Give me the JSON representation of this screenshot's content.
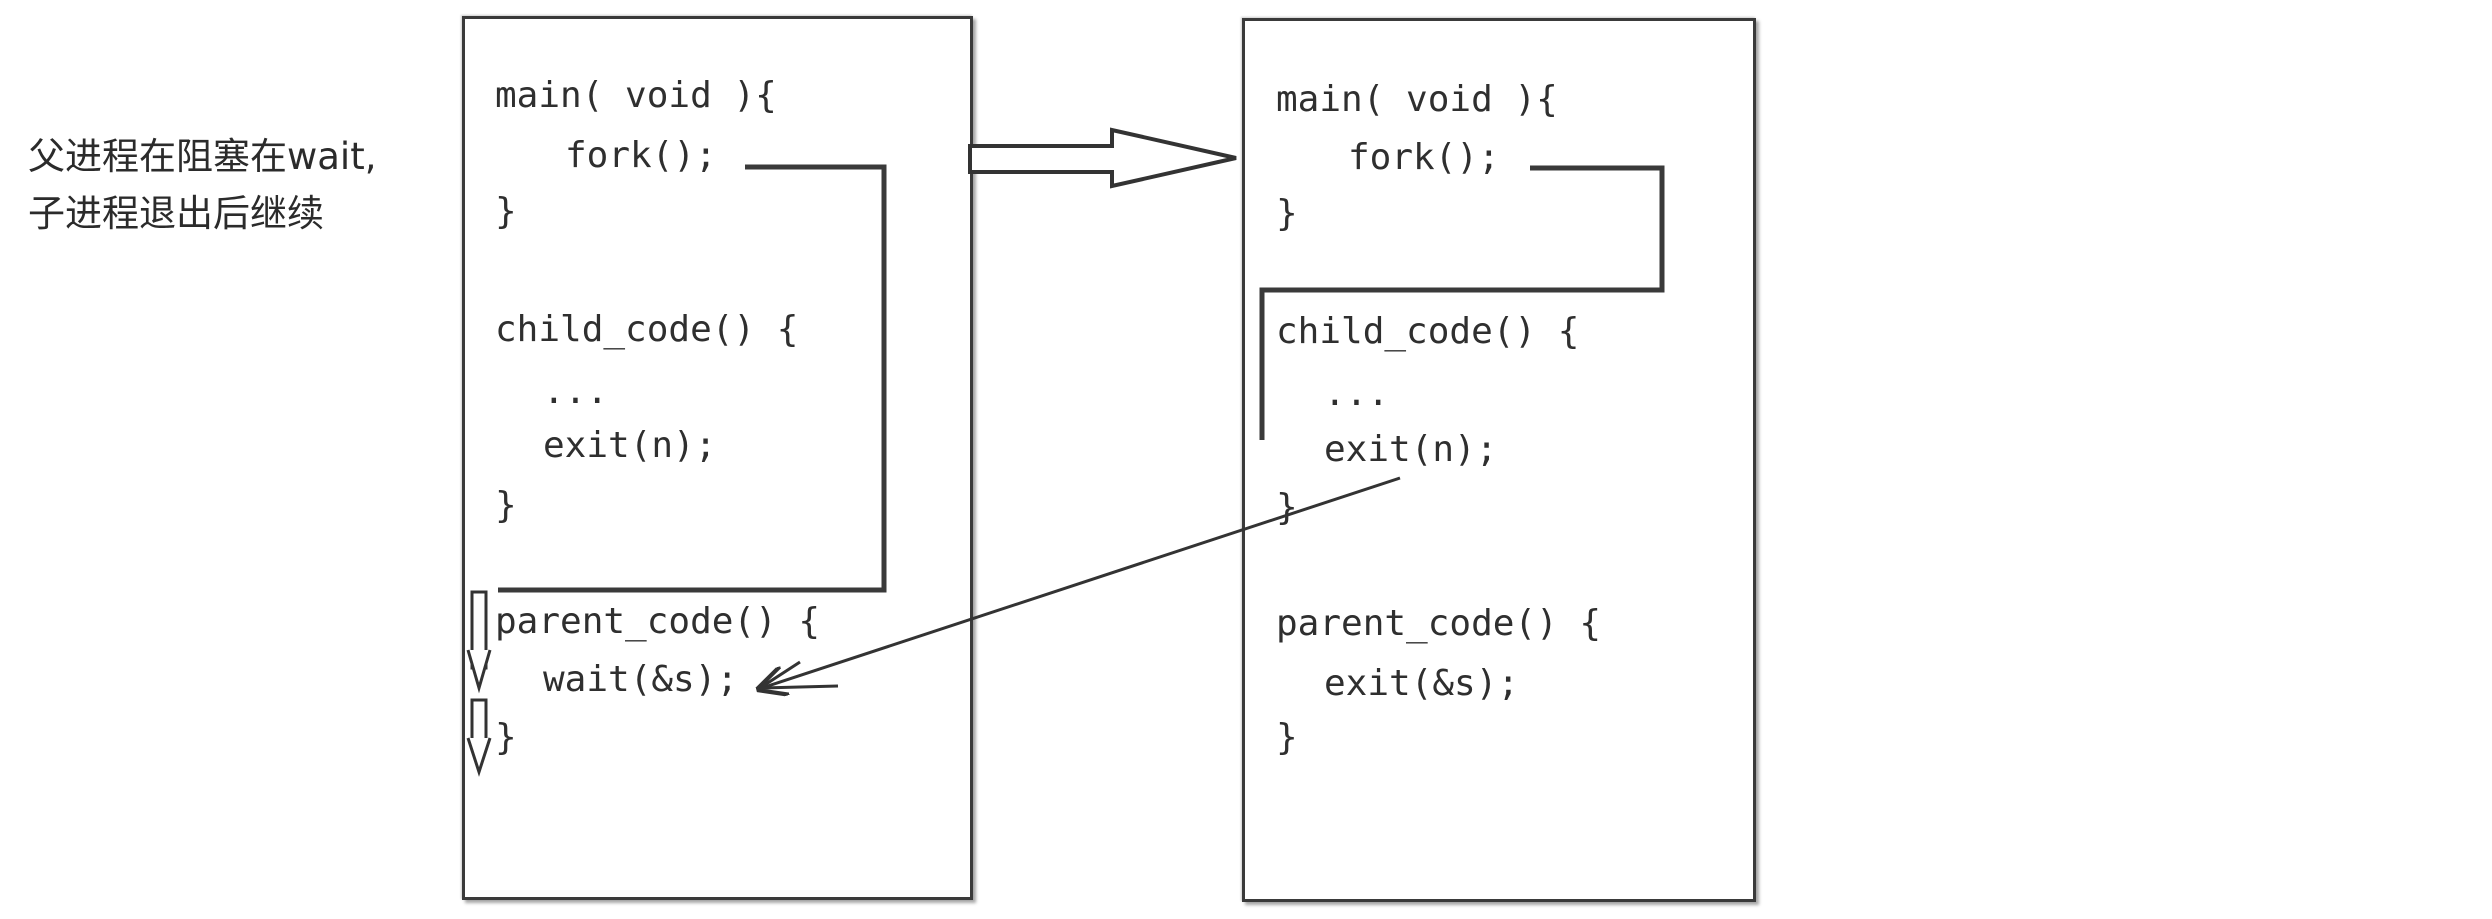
{
  "annotation": {
    "line1": "父进程在阻塞在wait,",
    "line2": "子进程退出后继续"
  },
  "left_panel": {
    "main_line": "main( void ){",
    "fork_line": "fork();",
    "main_close": "}",
    "child_header": "child_code() {",
    "child_ellipsis": "...",
    "child_exit": "exit(n);",
    "child_close": "}",
    "parent_header": "parent_code() {",
    "parent_wait": "wait(&s);",
    "parent_close": "}"
  },
  "right_panel": {
    "main_line": "main( void ){",
    "fork_line": "fork();",
    "main_close": "}",
    "child_header": "child_code() {",
    "child_ellipsis": "...",
    "child_exit": "exit(n);",
    "child_close": "}",
    "parent_header": "parent_code() {",
    "parent_exit": "exit(&s);",
    "parent_close": "}"
  }
}
